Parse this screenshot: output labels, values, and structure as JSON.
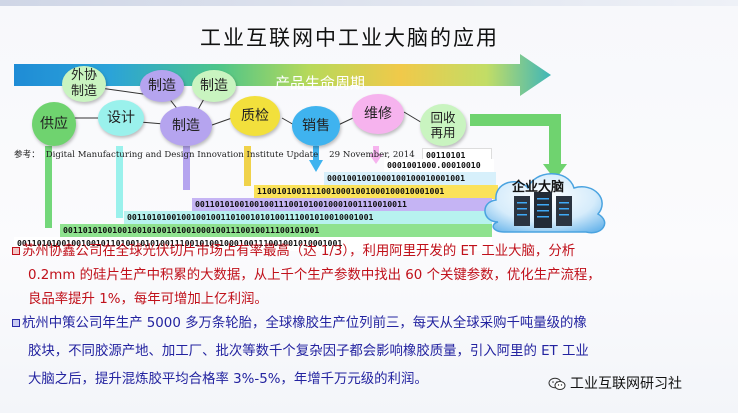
{
  "title": "工业互联网中工业大脑的应用",
  "arrow_label": "产品生命周期",
  "stages": {
    "waixie": [
      "外协",
      "制造"
    ],
    "zhizao1": "制造",
    "zhizao2": "制造",
    "gongying": "供应",
    "sheji": "设计",
    "zhizao3": "制造",
    "zhijian": "质检",
    "xiaoshou": "销售",
    "weixiu": "维修",
    "huishou": [
      "回收",
      "再用"
    ]
  },
  "reference": {
    "prefix": "参考：",
    "source": "Digital Manufacturing and Design Innovation Institute Update",
    "date": "29 November, 2014"
  },
  "binary_rows": [
    "00110101",
    "0001001000.00010010",
    "0001001001000100100010001001",
    "11001010011110010001001000100010001001",
    "0011010100100100111001010010001001110010011",
    "00110101001001001001101001010100111001010010001001",
    "0011010100100100101001010010001001110010011100101001",
    "001101010010010010110100101010011100101001000100111001001010001001"
  ],
  "cloud_label": "企业大脑",
  "paragraph1": {
    "line1": "苏州协鑫公司在全球光伏切片市场占有率最高（达  1/3），利用阿里开发的 ET 工业大脑，分析",
    "line2": "0.2mm 的硅片生产中积累的大数据，从上千个生产参数中找出 60 个关键参数，优化生产流程，",
    "line3": "良品率提升 1%，每年可增加上亿利润。"
  },
  "paragraph2": {
    "line1": "杭州中策公司年生产 5000 多万条轮胎，全球橡胶生产位列前三，每天从全球采购千吨量级的橡",
    "line2": "胶块，不同胶源产地、加工厂、批次等数千个复杂因子都会影响橡胶质量，引入阿里的 ET 工业",
    "line3": "大脑之后，提升混炼胶平均合格率 3%-5%，年增千万元级的利润。"
  },
  "watermark": "工业互联网研习社",
  "colors": {
    "paragraph1": "#c0101a",
    "paragraph2": "#2323a0",
    "stage_green": "#6fd36f",
    "stage_yellow": "#f2e03c",
    "stage_blue": "#3fb3ef",
    "stage_lightblue": "#9fd7f3",
    "stage_pink": "#f6b3ee",
    "stage_mint": "#c9f4c0"
  }
}
